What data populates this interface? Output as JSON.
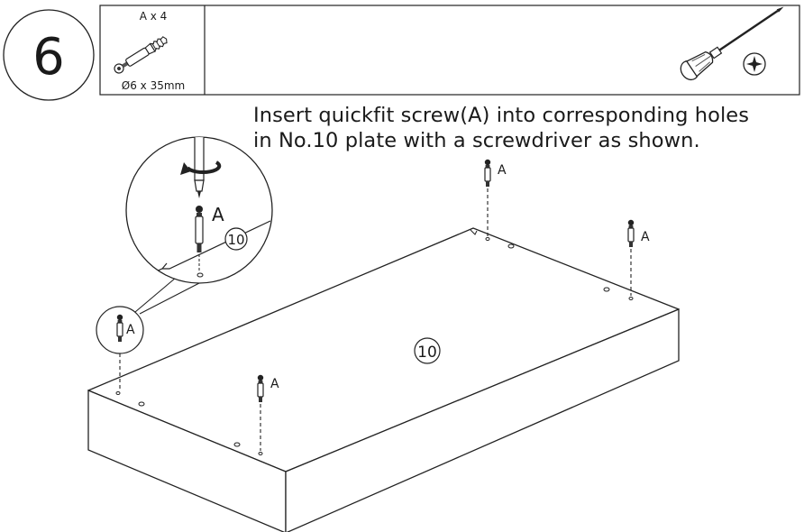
{
  "step": {
    "number": "6"
  },
  "parts_box": {
    "part_label": "A x 4",
    "part_size": "Ø6 x 35mm",
    "tool": "screwdriver-icon"
  },
  "instruction": {
    "line1": "Insert quickfit screw(A) into corresponding holes",
    "line2": "in No.10 plate with a screwdriver as shown."
  },
  "board": {
    "label": "10"
  },
  "detail": {
    "screw_label": "A",
    "board_label": "10"
  },
  "screws": [
    {
      "label": "A"
    },
    {
      "label": "A"
    },
    {
      "label": "A"
    },
    {
      "label": "A"
    }
  ]
}
